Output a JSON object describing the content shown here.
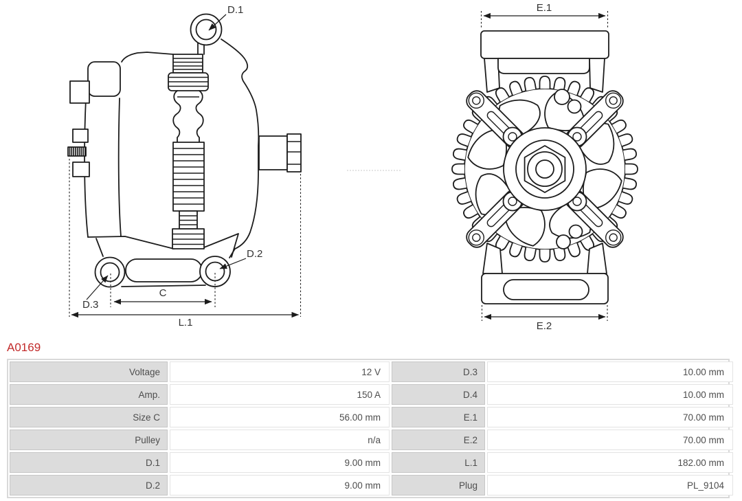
{
  "part_title": "A0169",
  "colors": {
    "accent": "#c22a2a",
    "line_art": "#1c1c1c",
    "table_label_bg": "#dcdcdc",
    "table_text": "#4d4d4d"
  },
  "diagram": {
    "dim_labels": {
      "d1": "D.1",
      "d2": "D.2",
      "d3": "D.3",
      "c": "C",
      "l1": "L.1",
      "e1": "E.1",
      "e2": "E.2"
    }
  },
  "spec_table": {
    "rows": [
      {
        "label_l": "Voltage",
        "value_l": "12 V",
        "label_r": "D.3",
        "value_r": "10.00 mm"
      },
      {
        "label_l": "Amp.",
        "value_l": "150 A",
        "label_r": "D.4",
        "value_r": "10.00 mm"
      },
      {
        "label_l": "Size C",
        "value_l": "56.00 mm",
        "label_r": "E.1",
        "value_r": "70.00 mm"
      },
      {
        "label_l": "Pulley",
        "value_l": "n/a",
        "label_r": "E.2",
        "value_r": "70.00 mm"
      },
      {
        "label_l": "D.1",
        "value_l": "9.00 mm",
        "label_r": "L.1",
        "value_r": "182.00 mm"
      },
      {
        "label_l": "D.2",
        "value_l": "9.00 mm",
        "label_r": "Plug",
        "value_r": "PL_9104"
      }
    ]
  }
}
